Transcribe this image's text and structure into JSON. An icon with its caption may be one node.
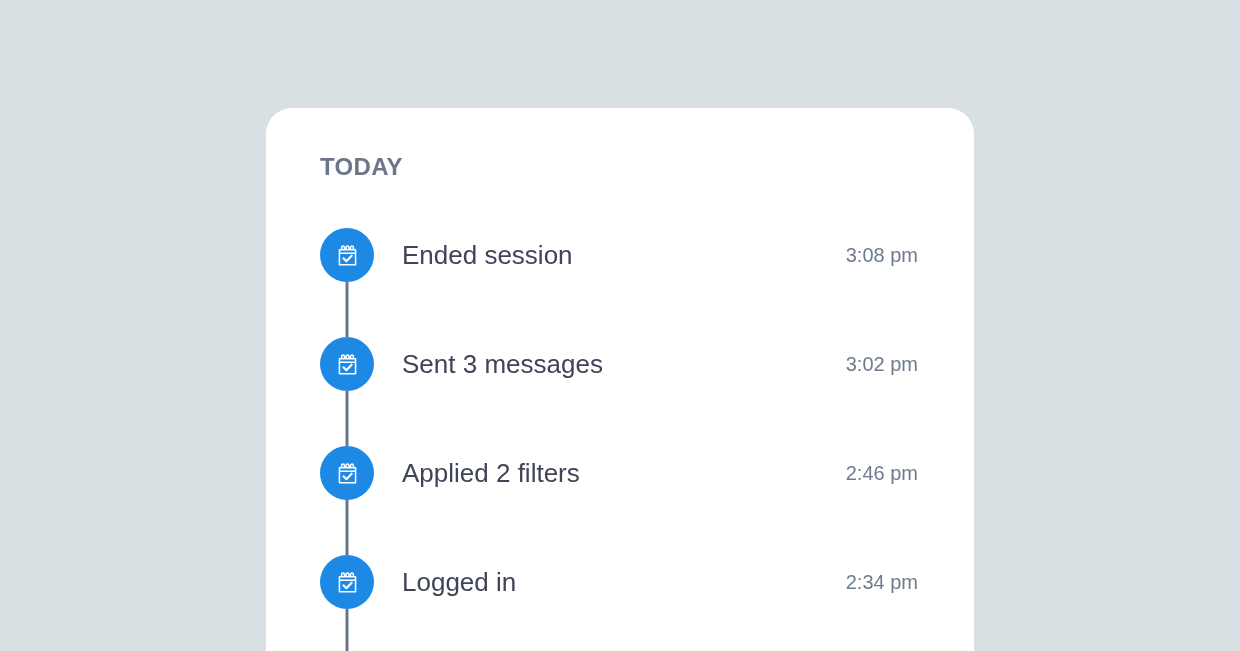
{
  "diagram": {
    "nodes": [
      {
        "text": [
          "TODAY"
        ]
      },
      {
        "text": [],
        "shape": "circle",
        "in": 0,
        "beside": [
          "Ended session"
        ]
      },
      {
        "text": [],
        "shape": "circle",
        "in": 0,
        "beside": [
          "Sent 3 messages"
        ]
      },
      {
        "text": [],
        "shape": "circle",
        "in": 0,
        "beside": [
          "Applied 2 filters"
        ]
      },
      {
        "text": [],
        "shape": "circle",
        "in": 0,
        "beside": [
          "Logged in"
        ]
      }
    ],
    "edges": [
      {
        "from": 1,
        "to": 2,
        "arrow": "none"
      },
      {
        "from": 2,
        "to": 3,
        "arrow": "none"
      },
      {
        "from": 3,
        "to": 4,
        "arrow": "none"
      },
      {
        "from": 4,
        "to": null,
        "arrow": "none"
      }
    ],
    "labels": [
      "3:08 pm",
      "3:02 pm",
      "2:46 pm",
      "2:34 pm"
    ]
  }
}
